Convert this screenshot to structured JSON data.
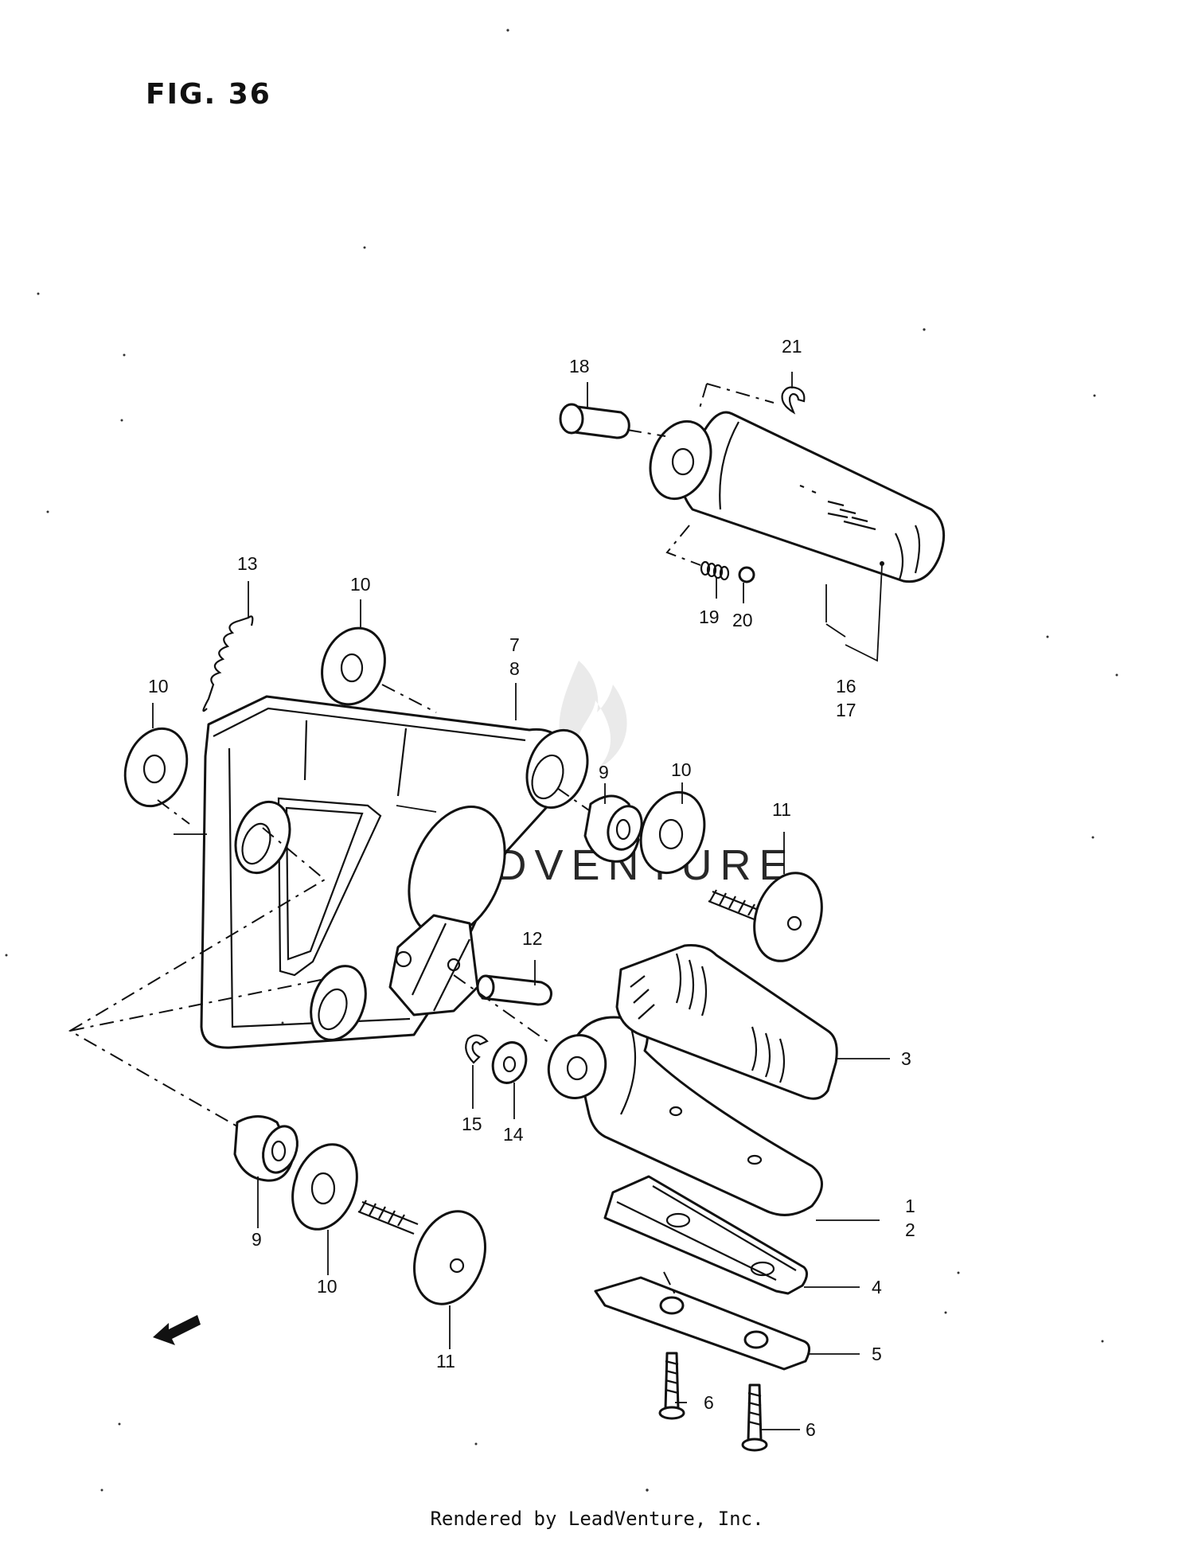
{
  "figure": {
    "title": "FIG. 36"
  },
  "watermark": {
    "text": "LEADVENTURE"
  },
  "fwd": "FWD",
  "callouts": [
    "1",
    "2",
    "3",
    "4",
    "5",
    "6",
    "6",
    "7",
    "8",
    "9",
    "9",
    "10",
    "10",
    "10",
    "10",
    "11",
    "11",
    "12",
    "13",
    "14",
    "15",
    "16",
    "17",
    "18",
    "19",
    "20",
    "21"
  ],
  "footer": {
    "text": "Rendered by LeadVenture, Inc."
  }
}
